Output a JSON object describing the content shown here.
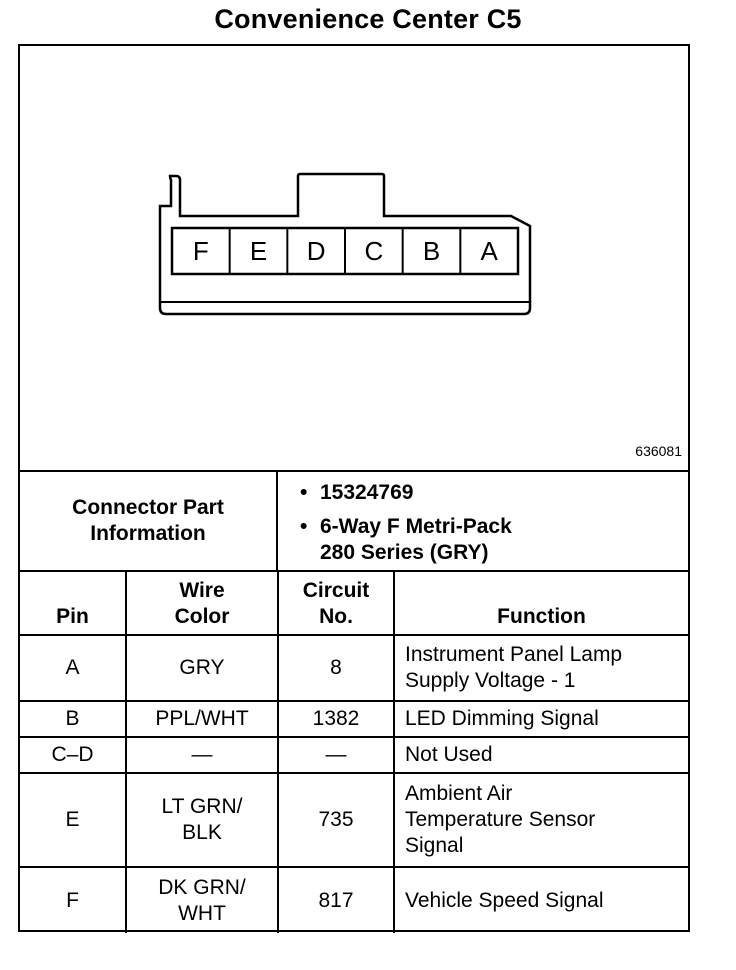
{
  "title": "Convenience Center C5",
  "figure_id": "636081",
  "connector": {
    "cavity_labels": [
      "F",
      "E",
      "D",
      "C",
      "B",
      "A"
    ]
  },
  "part_info": {
    "label_line1": "Connector Part",
    "label_line2": "Information",
    "part_number": "15324769",
    "description_line1": "6-Way F Metri-Pack",
    "description_line2": "280 Series (GRY)"
  },
  "table": {
    "headers": {
      "pin": "Pin",
      "wire_color_line1": "Wire",
      "wire_color_line2": "Color",
      "circuit_line1": "Circuit",
      "circuit_line2": "No.",
      "function": "Function"
    },
    "rows": [
      {
        "pin": "A",
        "wire_color": [
          "GRY"
        ],
        "circuit": "8",
        "function": [
          "Instrument Panel Lamp",
          "Supply Voltage - 1"
        ]
      },
      {
        "pin": "B",
        "wire_color": [
          "PPL/WHT"
        ],
        "circuit": "1382",
        "function": [
          "LED Dimming Signal"
        ]
      },
      {
        "pin": "C–D",
        "wire_color": [
          "—"
        ],
        "circuit": "—",
        "function": [
          "Not Used"
        ]
      },
      {
        "pin": "E",
        "wire_color": [
          "LT GRN/",
          "BLK"
        ],
        "circuit": "735",
        "function": [
          "Ambient Air",
          "Temperature Sensor",
          "Signal"
        ]
      },
      {
        "pin": "F",
        "wire_color": [
          "DK GRN/",
          "WHT"
        ],
        "circuit": "817",
        "function": [
          "Vehicle Speed Signal"
        ]
      }
    ]
  }
}
